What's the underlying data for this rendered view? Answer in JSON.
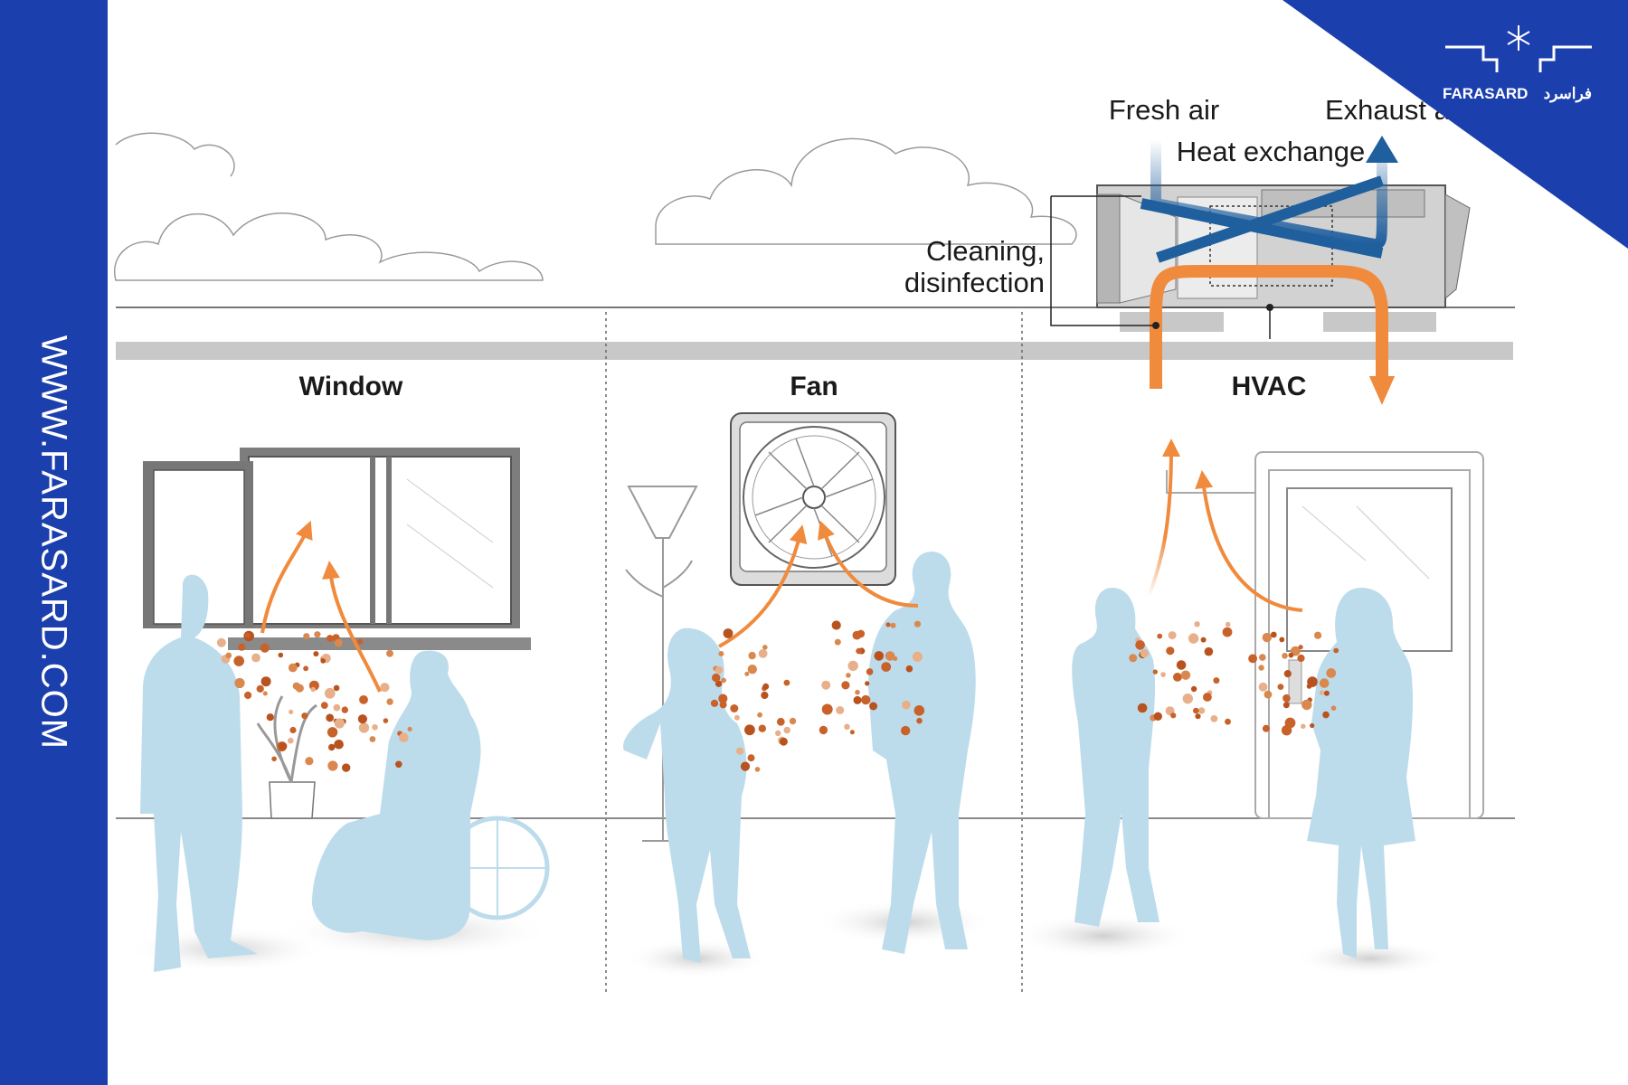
{
  "panels": {
    "window": "Window",
    "fan": "Fan",
    "hvac": "HVAC"
  },
  "hvac_labels": {
    "fresh_air": "Fresh air",
    "exhaust_air": "Exhaust air",
    "heat_exchange": "Heat exchange",
    "cleaning_line1": "Cleaning,",
    "cleaning_line2": "disinfection"
  },
  "branding": {
    "sidebar_url": "WWW.FARASARD.COM",
    "logo_text": "FARASARD",
    "logo_text_fa": "فراسرد"
  },
  "colors": {
    "sidebar": "#1c3fae",
    "person": "#bcdcec",
    "particle": "#c8622a",
    "arrow_warm": "#f08a3c",
    "arrow_fresh": "#1f5f9e"
  }
}
